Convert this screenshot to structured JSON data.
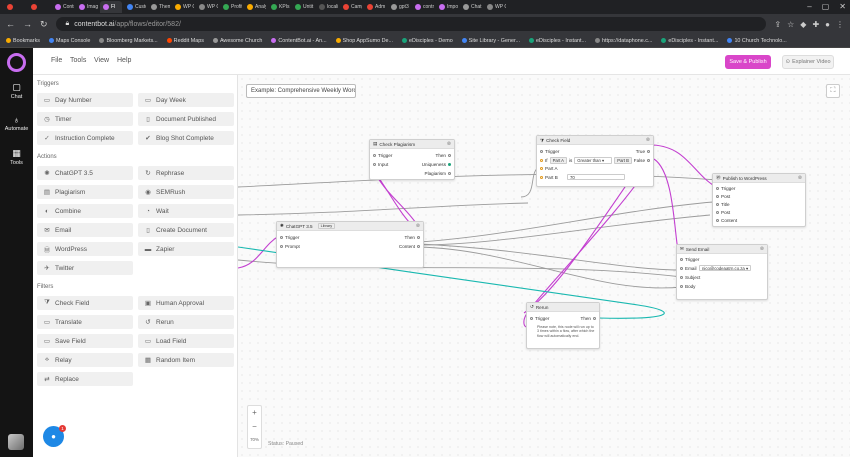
{
  "browser": {
    "tabs": [
      {
        "label": "",
        "color": "#ea4335"
      },
      {
        "label": "",
        "color": "#ea4335"
      },
      {
        "label": "Contr",
        "color": "#c86df0"
      },
      {
        "label": "Imag",
        "color": "#c86df0"
      },
      {
        "label": "Fl",
        "color": "#c86df0",
        "active": true
      },
      {
        "label": "Custo",
        "color": "#4285f4"
      },
      {
        "label": "Them",
        "color": "#999999"
      },
      {
        "label": "WP G",
        "color": "#f9ab00"
      },
      {
        "label": "WP G",
        "color": "#888888"
      },
      {
        "label": "Profit",
        "color": "#34a853"
      },
      {
        "label": "Analy",
        "color": "#f9ab00"
      },
      {
        "label": "KPIs",
        "color": "#34a853"
      },
      {
        "label": "Untit",
        "color": "#34a853"
      },
      {
        "label": "locali",
        "color": "#555555"
      },
      {
        "label": "Camp",
        "color": "#ea4335"
      },
      {
        "label": "Adm",
        "color": "#ea4335"
      },
      {
        "label": "gpt3",
        "color": "#999999"
      },
      {
        "label": "contr",
        "color": "#c86df0"
      },
      {
        "label": "Impo",
        "color": "#c86df0"
      },
      {
        "label": "Chat",
        "color": "#999999"
      },
      {
        "label": "WP G",
        "color": "#888888"
      }
    ],
    "url_host": "contentbot.ai",
    "url_path": "/app/flows/editor/582/",
    "bookmarks": [
      {
        "label": "Bookmarks",
        "color": "#f9ab00"
      },
      {
        "label": "Maps Console",
        "color": "#4285f4"
      },
      {
        "label": "Bloomberg Markets...",
        "color": "#888888"
      },
      {
        "label": "Reddit Maps",
        "color": "#ff4500"
      },
      {
        "label": "Awesome Church",
        "color": "#999999"
      },
      {
        "label": "ContentBot.ai - An...",
        "color": "#c86df0"
      },
      {
        "label": "Shop AppSumo De...",
        "color": "#f9ab00"
      },
      {
        "label": "eDisciples - Demo",
        "color": "#1aa37a"
      },
      {
        "label": "Site Library - Gener...",
        "color": "#4285f4"
      },
      {
        "label": "eDisciples - Instant...",
        "color": "#1aa37a"
      },
      {
        "label": "https://dataphone.c...",
        "color": "#888888"
      },
      {
        "label": "eDisciples - Instant...",
        "color": "#1aa37a"
      },
      {
        "label": "10 Church Technolo...",
        "color": "#4285f4"
      }
    ]
  },
  "rail": {
    "items": [
      {
        "label": "Chat",
        "icon": "chat-icon",
        "glyph": "▢"
      },
      {
        "label": "Automate",
        "icon": "bulb-icon",
        "glyph": "♁"
      },
      {
        "label": "Tools",
        "icon": "tools-icon",
        "glyph": "▦"
      }
    ]
  },
  "menu": {
    "file": "File",
    "tools": "Tools",
    "view": "View",
    "help": "Help"
  },
  "toolbar": {
    "save_label": "Save & Publish",
    "explainer_label": "Explainer Video",
    "explainer_icon": "play-icon"
  },
  "sidebar": {
    "sections": [
      {
        "title": "Triggers",
        "items": [
          {
            "label": "Day Number",
            "icon": "calendar-icon",
            "glyph": "▭"
          },
          {
            "label": "Day Week",
            "icon": "calendar-icon",
            "glyph": "▭"
          },
          {
            "label": "Timer",
            "icon": "clock-icon",
            "glyph": "◷"
          },
          {
            "label": "Document Published",
            "icon": "document-icon",
            "glyph": "▯"
          },
          {
            "label": "Instruction Complete",
            "icon": "check-circle-icon",
            "glyph": "✓"
          },
          {
            "label": "Blog Shot Complete",
            "icon": "check-icon",
            "glyph": "✔"
          }
        ]
      },
      {
        "title": "Actions",
        "items": [
          {
            "label": "ChatGPT 3.5",
            "icon": "openai-icon",
            "glyph": "✺"
          },
          {
            "label": "Rephrase",
            "icon": "rephrase-icon",
            "glyph": "↻"
          },
          {
            "label": "Plagiarism",
            "icon": "plagiarism-icon",
            "glyph": "▤"
          },
          {
            "label": "SEMRush",
            "icon": "semrush-icon",
            "glyph": "◉"
          },
          {
            "label": "Combine",
            "icon": "combine-icon",
            "glyph": "◐"
          },
          {
            "label": "Wait",
            "icon": "wait-icon",
            "glyph": "◔"
          },
          {
            "label": "Email",
            "icon": "email-icon",
            "glyph": "✉"
          },
          {
            "label": "Create Document",
            "icon": "create-document-icon",
            "glyph": "▯"
          },
          {
            "label": "WordPress",
            "icon": "wordpress-icon",
            "glyph": "Ⓦ"
          },
          {
            "label": "Zapier",
            "icon": "zapier-icon",
            "glyph": "▬"
          },
          {
            "label": "Twitter",
            "icon": "twitter-icon",
            "glyph": "✈"
          }
        ]
      },
      {
        "title": "Filters",
        "items": [
          {
            "label": "Check Field",
            "icon": "filter-icon",
            "glyph": "⧩"
          },
          {
            "label": "Human Approval",
            "icon": "approval-icon",
            "glyph": "▣"
          },
          {
            "label": "Translate",
            "icon": "translate-icon",
            "glyph": "▭"
          },
          {
            "label": "Rerun",
            "icon": "rerun-icon",
            "glyph": "↺"
          },
          {
            "label": "Save Field",
            "icon": "save-field-icon",
            "glyph": "▭"
          },
          {
            "label": "Load Field",
            "icon": "load-field-icon",
            "glyph": "▭"
          },
          {
            "label": "Relay",
            "icon": "relay-icon",
            "glyph": "⟡"
          },
          {
            "label": "Random Item",
            "icon": "random-icon",
            "glyph": "▦"
          },
          {
            "label": "Replace",
            "icon": "replace-icon",
            "glyph": "⇄"
          }
        ]
      }
    ]
  },
  "canvas": {
    "flow_title": "Example: Comprehensive Weekly Worc",
    "status": "Status: Paused",
    "zoom_level": "70%",
    "nodes": {
      "check_plagiarism": {
        "title": "Check Plagiarism",
        "inputs": [
          "Trigger",
          "Input"
        ],
        "outputs": [
          "Then",
          "Uniqueness",
          "Plagiarism"
        ]
      },
      "check_field": {
        "title": "Check Field",
        "trigger": "Trigger",
        "if_label": "If",
        "field_a_pill": "Part A",
        "is_label": "is",
        "operator": "Greater than",
        "field_b_pill": "Part B",
        "part_a": "Part A",
        "part_b": "Part B",
        "part_b_value": "70",
        "outputs": [
          "True",
          "False"
        ]
      },
      "chatgpt": {
        "title": "ChatGPT 3.5",
        "badge": "Library",
        "inputs": [
          "Trigger",
          "Prompt"
        ],
        "outputs": [
          "Then",
          "Content"
        ]
      },
      "publish_wordpress": {
        "title": "Publish to WordPress",
        "inputs": [
          "Trigger",
          "Post",
          "Title",
          "Post",
          "Content"
        ]
      },
      "send_email": {
        "title": "Send Email",
        "trigger": "Trigger",
        "email_label": "Email",
        "email_value": "nico@codeaatrn.co.za",
        "inputs": [
          "Subject",
          "Body"
        ]
      },
      "rerun": {
        "title": "Rerun",
        "trigger": "Trigger",
        "then": "Then",
        "note": "Please note, this node will run up to 3 times within a flow, after which the flow will automatically end."
      }
    },
    "wire_colors": {
      "magenta": "#c33fd0",
      "teal": "#19b8b0",
      "gray": "#9b9b9b"
    }
  },
  "chat_widget": {
    "badge": "1"
  }
}
